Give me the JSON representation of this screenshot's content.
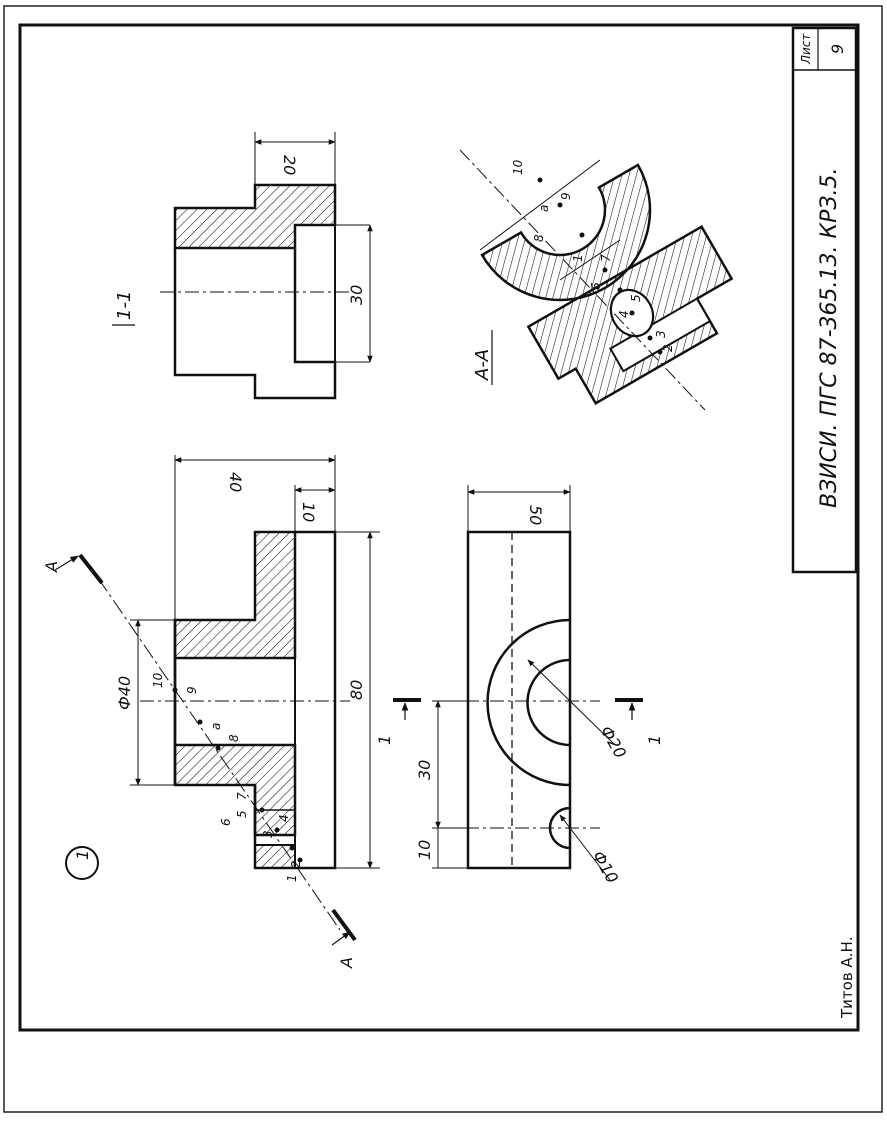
{
  "title_block": {
    "designation": "ВЗИСИ. ПГС 87-365.13. КРЗ.5.",
    "sheet_label": "Лист",
    "sheet_number": "9"
  },
  "author": "Титов А.Н.",
  "task_number": "1",
  "section_labels": {
    "section_1_1": "1-1",
    "section_a_a": "А-А",
    "cut_a_top": "А",
    "cut_a_bottom": "А",
    "cut_1_left": "1",
    "cut_1_right": "1"
  },
  "dimensions": {
    "d_20_top": "20",
    "d_30_top": "30",
    "d_40": "40",
    "d_10_front": "10",
    "d_80": "80",
    "d_phi40": "Ф40",
    "d_50": "50",
    "d_30_bottom": "30",
    "d_10_bottom": "10",
    "d_phi20": "Ф20",
    "d_phi10": "Ф10"
  },
  "point_labels": {
    "front": [
      "1",
      "2",
      "3",
      "4",
      "5",
      "6",
      "7",
      "8",
      "9",
      "10",
      "a"
    ],
    "section": [
      "1",
      "2",
      "3",
      "4",
      "5",
      "6",
      "7",
      "8",
      "9",
      "10",
      "a"
    ]
  }
}
